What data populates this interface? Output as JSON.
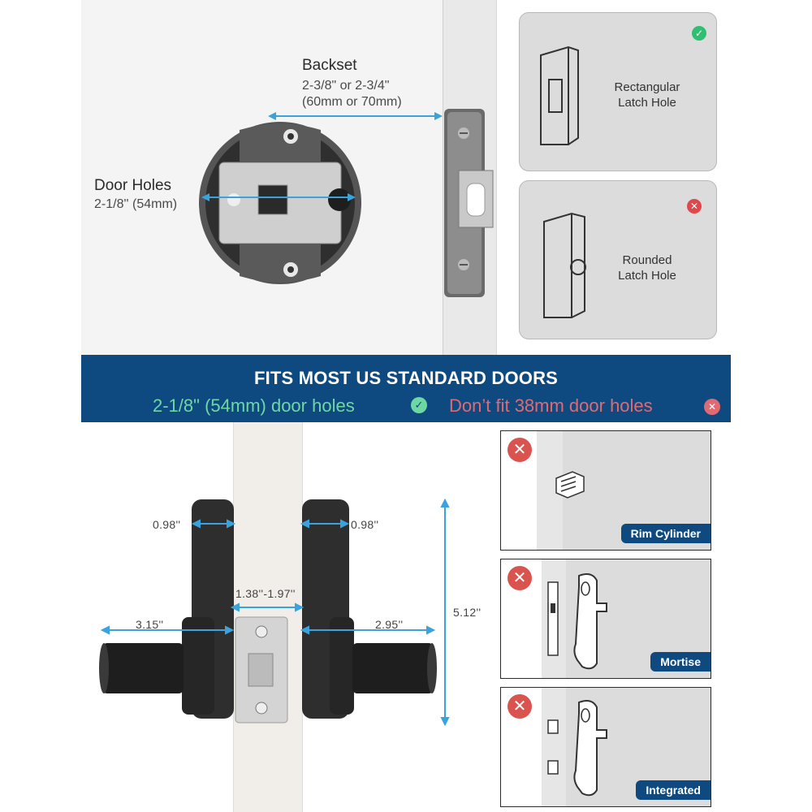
{
  "backset": {
    "title": "Backset",
    "line1": "2-3/8\" or 2-3/4\"",
    "line2": "(60mm or 70mm)"
  },
  "door_holes": {
    "title": "Door Holes",
    "value": "2-1/8'' (54mm)"
  },
  "latch_cards": [
    {
      "line1": "Rectangular",
      "line2": "Latch Hole",
      "status": "✓",
      "status_color": "#2fbf71"
    },
    {
      "line1": "Rounded",
      "line2": "Latch Hole",
      "status": "✕",
      "status_color": "#e0474c"
    }
  ],
  "banner": {
    "title": "FITS MOST US STANDARD DOORS",
    "ok_text": "2-1/8\" (54mm) door holes",
    "ok_icon": "✓",
    "no_text": "Don’t fit 38mm door holes",
    "no_icon": "✕",
    "ok_color": "#6fd7a4",
    "no_color": "#e06a74",
    "background": "#0e4a80"
  },
  "dimensions": {
    "left_top": "0.98''",
    "right_top": "0.98''",
    "thickness": "1.38''-1.97''",
    "left_lever": "3.15''",
    "right_lever": "2.95''",
    "height": "5.12''"
  },
  "incompatible": [
    {
      "label": "Rim Cylinder",
      "icon": "✕"
    },
    {
      "label": "Mortise",
      "icon": "✕"
    },
    {
      "label": "Integrated",
      "icon": "✕"
    }
  ]
}
